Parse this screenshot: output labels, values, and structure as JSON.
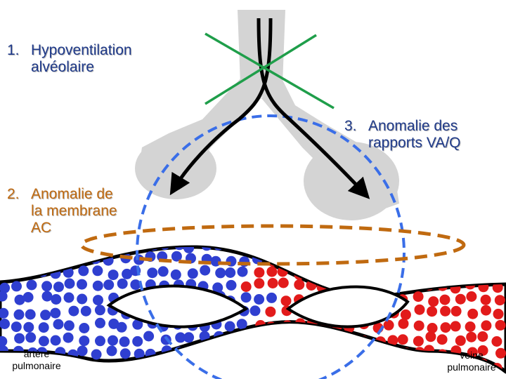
{
  "labels": {
    "hypoventilation": {
      "number": "1.",
      "line1": "Hypoventilation",
      "line2": "alvéolaire"
    },
    "membrane": {
      "number": "2.",
      "line1": "Anomalie de",
      "line2": "la membrane",
      "line3": "AC"
    },
    "va_q": {
      "number": "3.",
      "line1": "Anomalie des",
      "line2": "rapports VA/Q"
    },
    "artery": {
      "line1": "artère",
      "line2": "pulmonaire"
    },
    "vein": {
      "line1": "veine",
      "line2": "pulmonaire"
    }
  },
  "colors": {
    "airway": "#d4d4d4",
    "blue_cell": "#2f3fd0",
    "red_cell": "#e21b1b",
    "green_cross": "#1f9e4a",
    "blue_dashed": "#3a6ee8",
    "orange_dashed": "#c06a10",
    "label_blue": "#1f3a8a"
  }
}
